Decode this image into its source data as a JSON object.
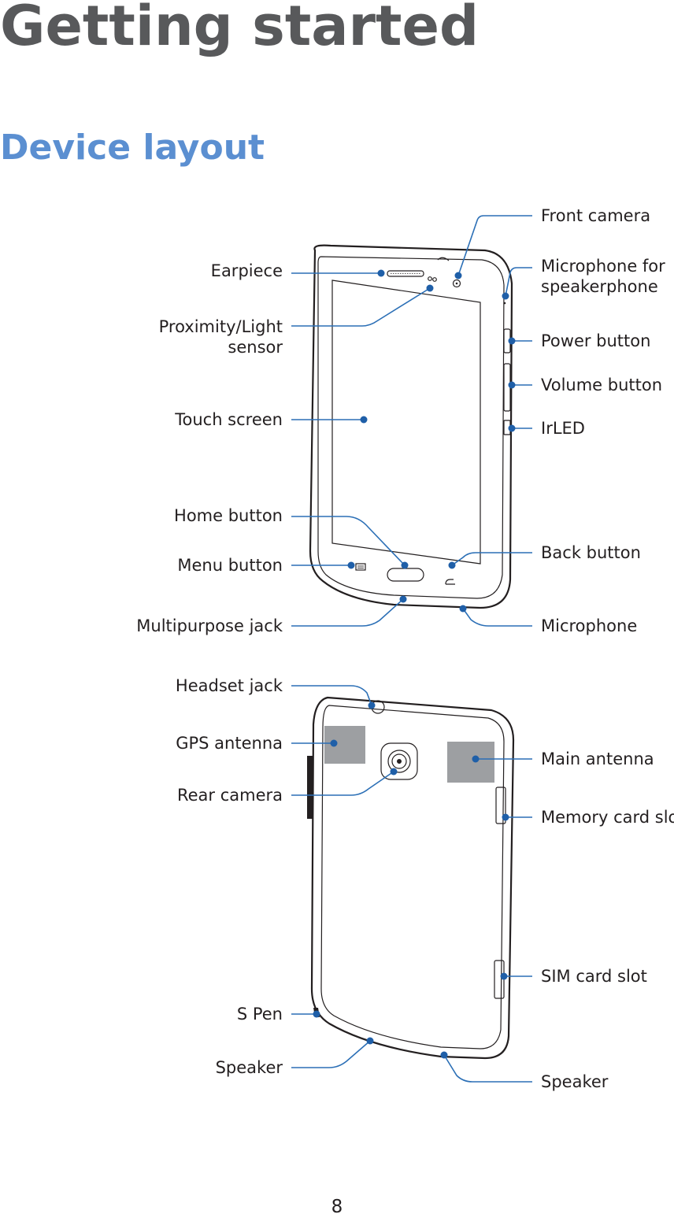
{
  "header": {
    "chapter_title": "Getting started",
    "section_title": "Device layout"
  },
  "front_view": {
    "labels_left": {
      "earpiece": "Earpiece",
      "proximity_light_sensor": "Proximity/Light\nsensor",
      "touch_screen": "Touch screen",
      "home_button": "Home button",
      "menu_button": "Menu button",
      "multipurpose_jack": "Multipurpose jack"
    },
    "labels_right": {
      "front_camera": "Front camera",
      "microphone_for_speakerphone": "Microphone for\nspeakerphone",
      "power_button": "Power button",
      "volume_button": "Volume button",
      "irled": "IrLED",
      "back_button": "Back button",
      "microphone": "Microphone"
    }
  },
  "back_view": {
    "labels_left": {
      "headset_jack": "Headset jack",
      "gps_antenna": "GPS antenna",
      "rear_camera": "Rear camera",
      "s_pen": "S Pen",
      "speaker": "Speaker"
    },
    "labels_right": {
      "main_antenna": "Main antenna",
      "memory_card_slot": "Memory card slot",
      "sim_card_slot": "SIM card slot",
      "speaker": "Speaker"
    }
  },
  "footer": {
    "page_number": "8"
  },
  "colors": {
    "chapter_title": "#58595b",
    "section_title": "#5b8fd1",
    "callout_line": "#2b6fb6",
    "antenna_fill": "#9d9fa2"
  }
}
